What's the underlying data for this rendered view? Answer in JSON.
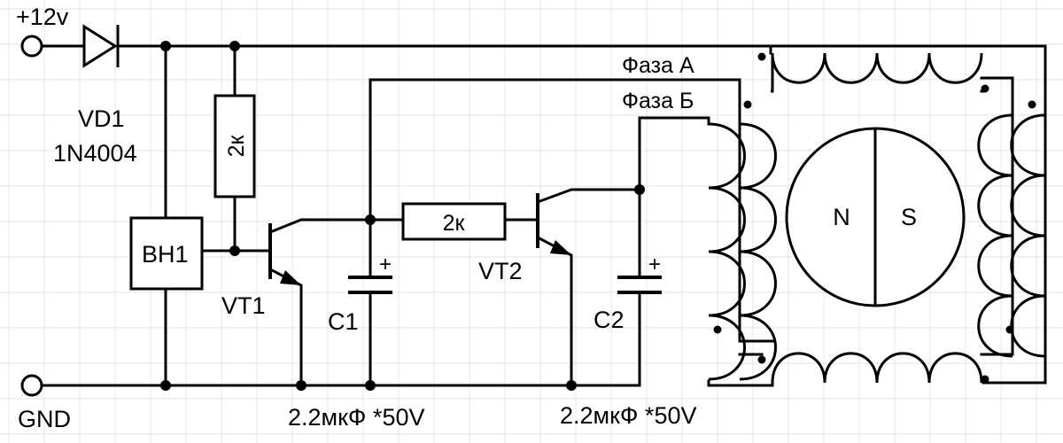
{
  "terminals": {
    "supply": "+12v",
    "ground": "GND"
  },
  "diode": {
    "ref": "VD1",
    "part": "1N4004"
  },
  "sensor": {
    "ref": "BH1"
  },
  "resistors": {
    "r1_value": "2к",
    "r2_value": "2к"
  },
  "transistors": {
    "t1_ref": "VT1",
    "t2_ref": "VT2"
  },
  "capacitors": {
    "c1_ref": "C1",
    "c1_value": "2.2мкФ *50V",
    "c1_polarity": "+",
    "c2_ref": "C2",
    "c2_value": "2.2мкФ *50V",
    "c2_polarity": "+"
  },
  "phases": {
    "phase_a": "Фаза А",
    "phase_b": "Фаза Б"
  },
  "rotor": {
    "north": "N",
    "south": "S"
  }
}
